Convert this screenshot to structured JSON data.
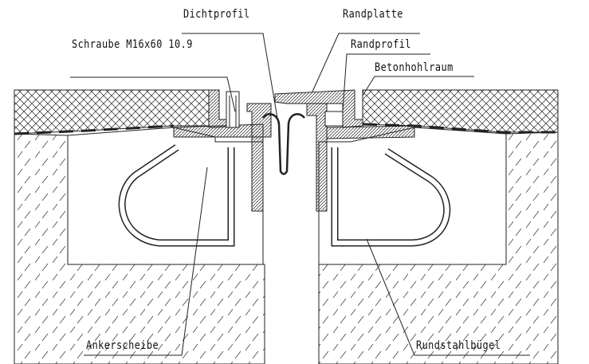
{
  "title": "Fahrbahnübergang Querschnitt",
  "labels": {
    "dichtprofil": "Dichtprofil",
    "randplatte": "Randplatte",
    "schraube": "Schraube M16x60 10.9",
    "randprofil": "Randprofil",
    "betonhohlraum": "Betonhohlraum",
    "ankerscheibe": "Ankerscheibe",
    "rundstahlbuegel": "Rundstahlbügel"
  }
}
